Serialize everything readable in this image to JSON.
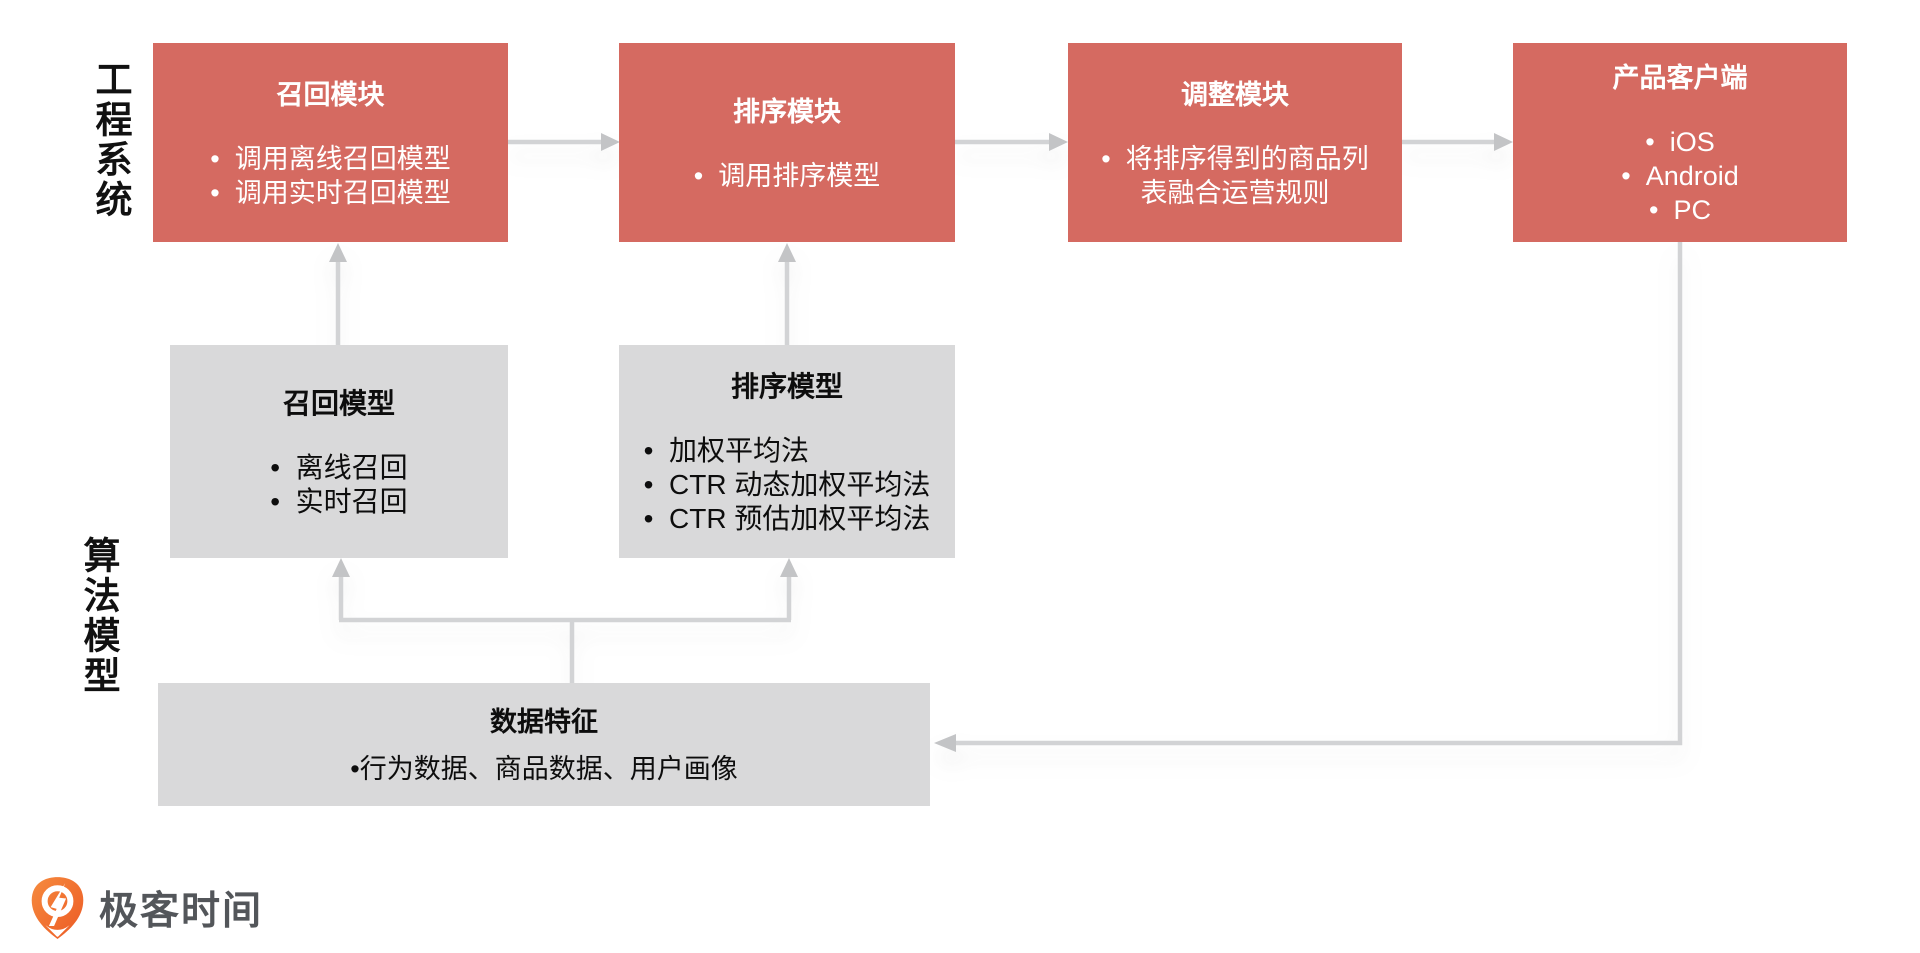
{
  "diagram": {
    "section_labels": {
      "engineering": "工程系统",
      "algorithm": "算法模型"
    },
    "engineering_modules": [
      {
        "title": "召回模块",
        "bullets": [
          "调用离线召回模型",
          "调用实时召回模型"
        ]
      },
      {
        "title": "排序模块",
        "bullets": [
          "调用排序模型"
        ]
      },
      {
        "title": "调整模块",
        "bullets": [
          "将排序得到的商品列表融合运营规则"
        ]
      },
      {
        "title": "产品客户端",
        "bullets": [
          "iOS",
          "Android",
          "PC"
        ]
      }
    ],
    "algorithm_models": [
      {
        "title": "召回模型",
        "bullets": [
          "离线召回",
          "实时召回"
        ]
      },
      {
        "title": "排序模型",
        "bullets": [
          "加权平均法",
          "CTR 动态加权平均法",
          "CTR 预估加权平均法"
        ]
      }
    ],
    "data_features": {
      "title": "数据特征",
      "line": "•行为数据、商品数据、用户画像"
    }
  },
  "branding": {
    "logo_text": "极客时间"
  },
  "colors": {
    "module_fill": "#D56A61",
    "model_fill": "#D9D9DA",
    "arrow": "#D2D3D5",
    "arrow_head": "#C3C4C6",
    "logo_orange": "#F0662C",
    "logo_text_color": "#53565A"
  }
}
